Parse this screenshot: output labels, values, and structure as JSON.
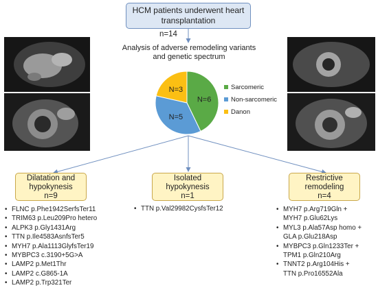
{
  "title": {
    "line1": "HCM patients underwent heart",
    "line2": "transplantation"
  },
  "patient_count": "n=14",
  "analysis": {
    "line1": "Analysis of adverse remodeling variants",
    "line2": "and genetic spectrum"
  },
  "pie": {
    "slices": [
      {
        "name": "Sarcomeric",
        "label": "N=6",
        "value": 6,
        "color": "#5aaa46"
      },
      {
        "name": "Non-sarcomeric",
        "label": "N=5",
        "value": 5,
        "color": "#5b9bd5"
      },
      {
        "name": "Danon",
        "label": "N=3",
        "value": 3,
        "color": "#fbbf13"
      }
    ]
  },
  "groups": {
    "dilatation": {
      "line1": "Dilatation and",
      "line2": "hypokynesis",
      "n": "n=9",
      "variants": [
        "FLNC p.Phe1942SerfsTer11",
        "TRIM63 p.Leu209Pro hetero",
        "ALPK3 p.Gly1431Arg",
        "TTN p.Ile4583AsnfsTer5",
        "MYH7 p.Ala1113GlyfsTer19",
        "MYBPC3 c.3190+5G>A",
        "LAMP2 p.Met1Thr",
        "LAMP2 c.G865-1A",
        "LAMP2 p.Trp321Ter"
      ]
    },
    "isolated": {
      "line1": "Isolated",
      "line2": "hypokynesis",
      "n": "n=1",
      "variants": [
        "TTN p.Val29982CysfsTer12"
      ]
    },
    "restrictive": {
      "line1": "Restrictive",
      "line2": "remodeling",
      "n": "n=4",
      "variants": [
        {
          "a": "MYH7 p.Arg719Gln +",
          "b": "MYH7 p.Glu62Lys"
        },
        {
          "a": "MYL3 p.Ala57Asp homo +",
          "b": "GLA p.Glu218Asp"
        },
        {
          "a": "MYBPC3 p.Gln1233Ter +",
          "b": "TPM1 p.Gln210Arg"
        },
        {
          "a": "TNNT2 p.Arg104His +",
          "b": "TTN p.Pro16552Ala"
        }
      ]
    }
  },
  "colors": {
    "arrow": "#6f8fbf",
    "box_fill": "#fff4c4",
    "box_border": "#c9a74a",
    "title_fill": "#dde7f4"
  }
}
